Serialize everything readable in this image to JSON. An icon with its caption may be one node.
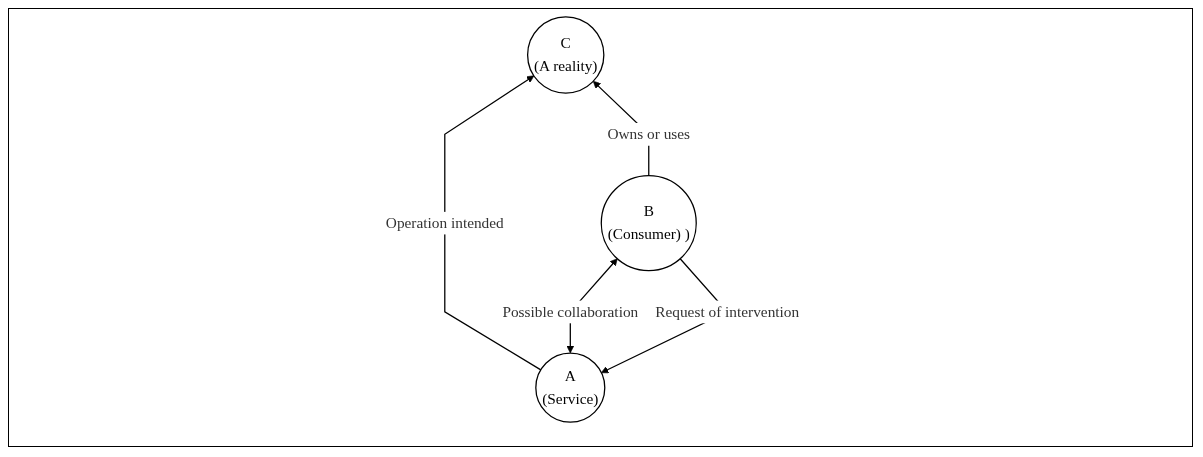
{
  "diagram": {
    "nodes": [
      {
        "text": [
          "C",
          "(A reality)"
        ]
      },
      {
        "text": [
          "A",
          "(Service)"
        ]
      },
      {
        "text": [
          "B",
          "(Consumer) )"
        ]
      }
    ],
    "edges": [
      {
        "from": 1,
        "to": 0,
        "arrow": "to",
        "label": "Operation intended"
      },
      {
        "from": 2,
        "to": 0,
        "arrow": "to",
        "label": "Owns or uses"
      },
      {
        "from": 2,
        "to": 1,
        "arrow": "to",
        "label": "Request of intervention"
      },
      {
        "from": 1,
        "to": 2,
        "arrow": "both",
        "label": "Possible collaboration"
      }
    ]
  }
}
